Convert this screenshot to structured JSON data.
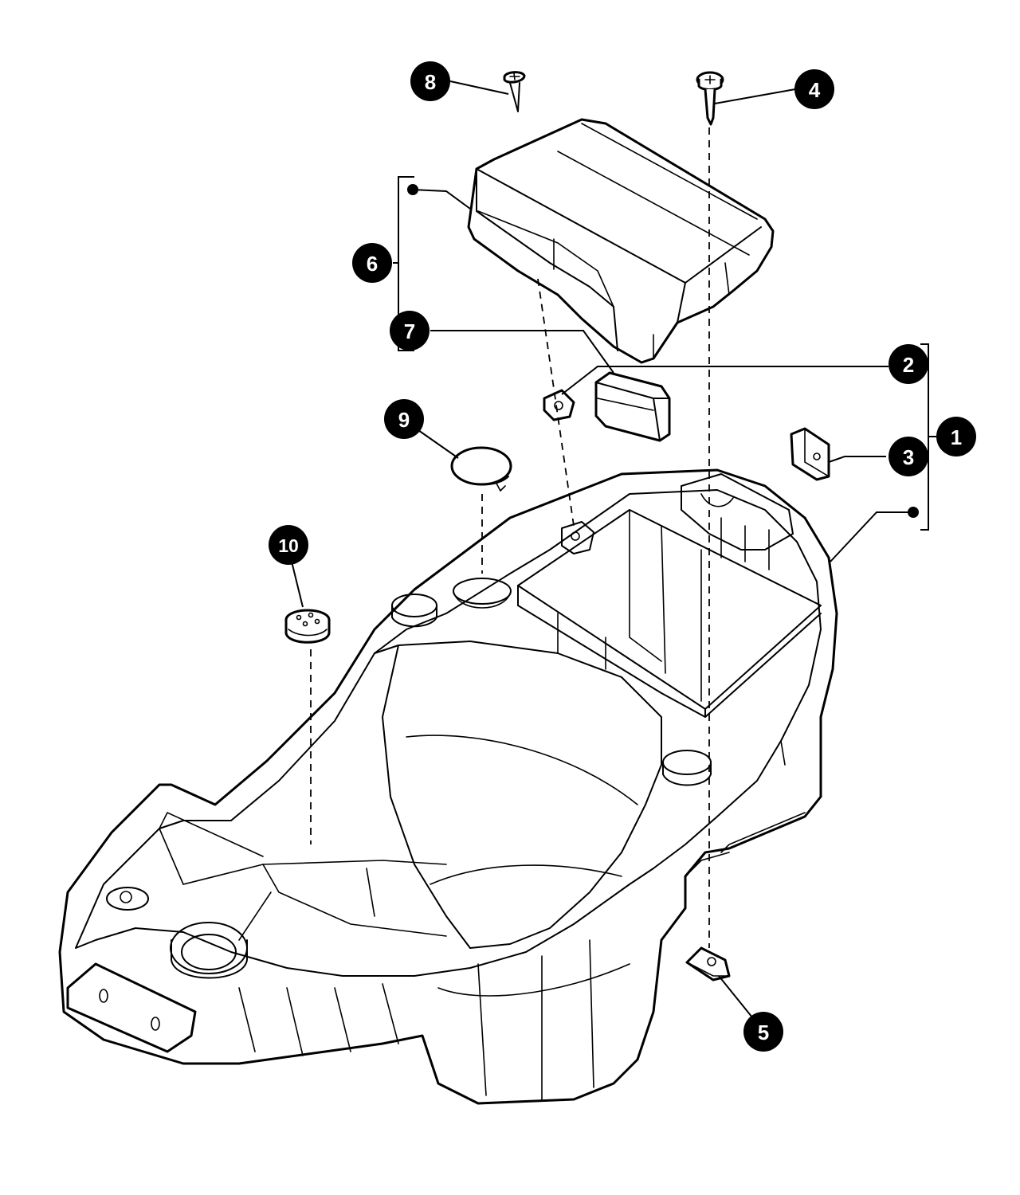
{
  "callouts": [
    {
      "id": "c1",
      "label": "1"
    },
    {
      "id": "c2",
      "label": "2"
    },
    {
      "id": "c3",
      "label": "3"
    },
    {
      "id": "c4",
      "label": "4"
    },
    {
      "id": "c5",
      "label": "5"
    },
    {
      "id": "c6",
      "label": "6"
    },
    {
      "id": "c7",
      "label": "7"
    },
    {
      "id": "c8",
      "label": "8"
    },
    {
      "id": "c9",
      "label": "9"
    },
    {
      "id": "c10",
      "label": "10"
    }
  ],
  "colors": {
    "ink": "#000000",
    "paper": "#ffffff"
  }
}
